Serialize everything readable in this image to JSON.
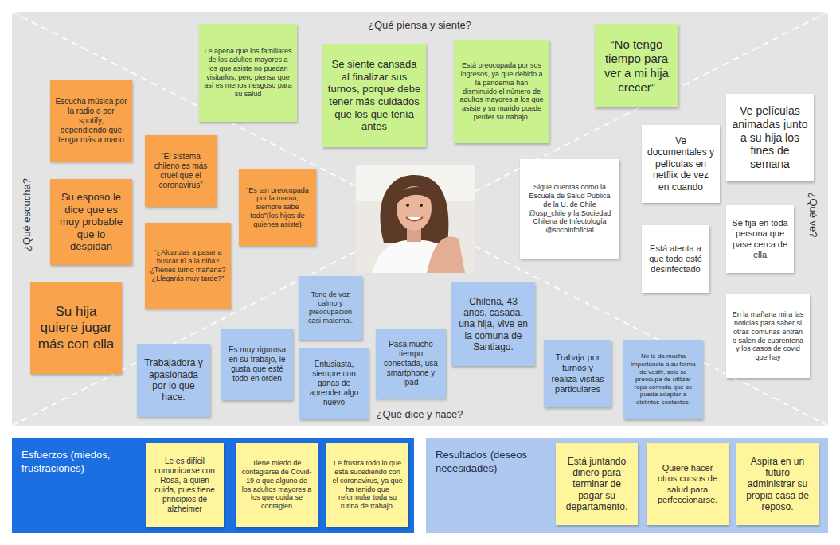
{
  "diagram": {
    "nodes": [
      {
        "text": [
          "Le apena que los familiares de los adultos mayores a los que asiste no puedan visitarlos, pero piensa que así es menos riesgoso para su salud"
        ]
      },
      {
        "text": [
          "Se siente cansada al finalizar sus turnos, porque debe tener más cuidados que los que tenía antes"
        ]
      },
      {
        "text": [
          "Está preocupada por sus ingresos, ya que debido a la pandemia han disminuido el número de adultos mayores a los que asiste y su marido puede perder su trabajo."
        ]
      },
      {
        "text": [
          "“No tengo tiempo para ver a mi hija crecer”"
        ]
      },
      {
        "text": [
          "Escucha música por la radio o por spotify, dependiendo qué tenga más a mano"
        ]
      },
      {
        "text": [
          "“El sistema chileno es más cruel que el coronavirus”"
        ]
      },
      {
        "text": [
          "Su esposo le dice que es muy probable que lo despidan"
        ]
      },
      {
        "text": [
          "“Es tan preocupada por la mamá, siempre sabe todo”(los hijos de quienes asiste)"
        ]
      },
      {
        "text": [
          "“¿Alcanzas a pasar a buscar tú a la niña? ¿Tienes turno mañana? ¿Llegarás muy tarde?”"
        ]
      },
      {
        "text": [
          "Su hija quiere jugar más con ella"
        ]
      },
      {
        "text": [
          "Sigue cuentas como la Escuela de Salud Pública de la U. de Chile @usp_chile y la Sociedad Chilena de Infectología @sochinfoficial"
        ]
      },
      {
        "text": [
          "Ve documentales y películas en netflix de vez en cuando"
        ]
      },
      {
        "text": [
          "Ve películas animadas junto a su hija los fines de semana"
        ]
      },
      {
        "text": [
          "Está atenta a que todo esté desinfectado"
        ]
      },
      {
        "text": [
          "Se fija en toda persona que pase cerca de ella"
        ]
      },
      {
        "text": [
          "En la mañana mira las noticias para saber si otras comunas entran o salen de cuarentena y los casos de covid que hay"
        ]
      },
      {
        "text": [
          "Tono de voz calmo y preocupación casi maternal."
        ]
      },
      {
        "text": [
          "Es muy rigurosa en su trabajo, le gusta que esté todo en orden"
        ]
      },
      {
        "text": [
          "Trabajadora y apasionada por lo que hace."
        ]
      },
      {
        "text": [
          "Entusiasta, siempre con ganas de aprender algo nuevo"
        ]
      },
      {
        "text": [
          "Pasa mucho tiempo conectada, usa smartphone y ipad"
        ]
      },
      {
        "text": [
          "Chilena, 43 años, casada, una hija, vive en la comuna de Santiago."
        ]
      },
      {
        "text": [
          "Trabaja por turnos y realiza visitas particulares"
        ]
      },
      {
        "text": [
          "No le da mucha importancia a su forma de vestir, solo se preocupa de utilizar ropa cómoda que se pueda adaptar a distintos contextos."
        ]
      },
      {
        "text": [
          "Esfuerzos (miedos, frustraciones)"
        ]
      },
      {
        "text": [
          "Le es difícil comunicarse con Rosa, a quien cuida, pues tiene principios de alzheimer"
        ],
        "in": 24
      },
      {
        "text": [
          "Tiene miedo de contagiarse de Covid-19 o que alguno de los adultos mayores a los que cuida se contagien"
        ],
        "in": 24
      },
      {
        "text": [
          "Le frustra todo lo que está sucediendo con el coronavirus, ya que ha tenido que reformular toda su rutina de trabajo."
        ],
        "in": 24
      },
      {
        "text": [
          "Resultados (deseos necesidades)"
        ]
      },
      {
        "text": [
          "Está juntando dinero para terminar de pagar su departamento."
        ],
        "in": 28
      },
      {
        "text": [
          "Quiere hacer otros cursos de salud para perfeccionarse."
        ],
        "in": 28
      },
      {
        "text": [
          "Aspira en un futuro administrar su propia casa de reposo."
        ],
        "in": 28
      }
    ],
    "labels": [
      "¿Qué piensa y siente?",
      "¿Qué escucha?",
      "¿Qué ve?",
      "¿Qué dice y hace?"
    ]
  }
}
